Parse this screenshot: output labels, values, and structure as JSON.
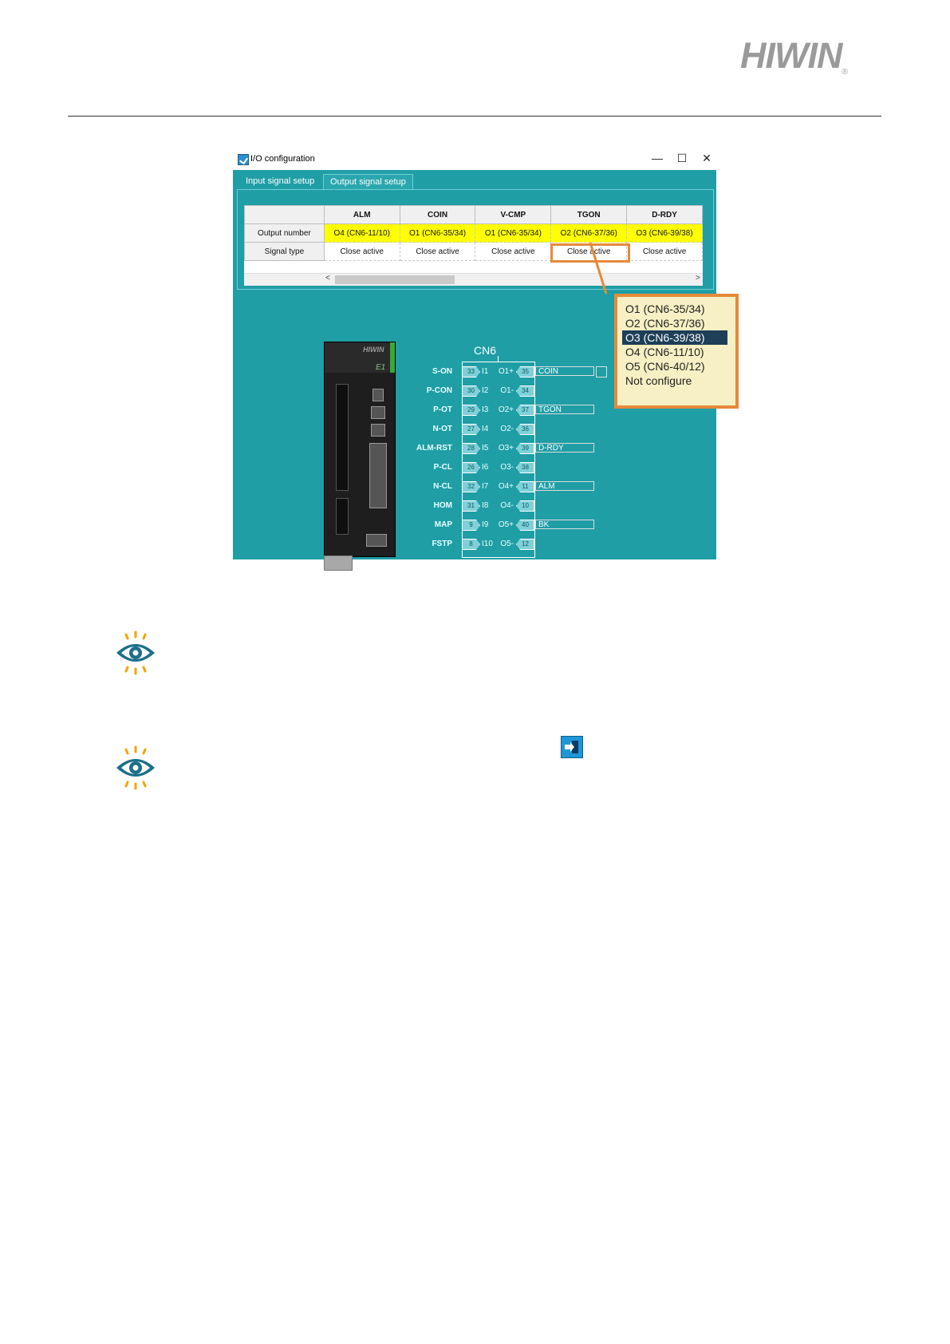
{
  "brand": {
    "logo_text": "HIWIN",
    "reg_mark": "®"
  },
  "window": {
    "title": "I/O configuration",
    "controls": {
      "minimize": "—",
      "maximize": "☐",
      "close": "✕"
    },
    "tabs": [
      {
        "label": "Input signal setup",
        "selected": false
      },
      {
        "label": "Output signal setup",
        "selected": true
      }
    ],
    "grid": {
      "row_headers": [
        "Output number",
        "Signal type"
      ],
      "columns": [
        {
          "name": "ALM",
          "output": "O4 (CN6-11/10)",
          "type": "Close active"
        },
        {
          "name": "COIN",
          "output": "O1 (CN6-35/34)",
          "type": "Close active"
        },
        {
          "name": "V-CMP",
          "output": "O1 (CN6-35/34)",
          "type": "Close active"
        },
        {
          "name": "TGON",
          "output": "O2 (CN6-37/36)",
          "type": "Close active"
        },
        {
          "name": "D-RDY",
          "output": "O3 (CN6-39/38)",
          "type": "Close active"
        }
      ],
      "scroll_left": "<",
      "scroll_right": ">"
    },
    "drive": {
      "logo": "HIWIN",
      "model": "E1"
    },
    "connector": {
      "title": "CN6",
      "inputs": [
        {
          "label": "S-ON",
          "pin": "33",
          "io": "I1"
        },
        {
          "label": "P-CON",
          "pin": "30",
          "io": "I2"
        },
        {
          "label": "P-OT",
          "pin": "29",
          "io": "I3"
        },
        {
          "label": "N-OT",
          "pin": "27",
          "io": "I4"
        },
        {
          "label": "ALM-RST",
          "pin": "28",
          "io": "I5"
        },
        {
          "label": "P-CL",
          "pin": "26",
          "io": "I6"
        },
        {
          "label": "N-CL",
          "pin": "32",
          "io": "I7"
        },
        {
          "label": "HOM",
          "pin": "31",
          "io": "I8"
        },
        {
          "label": "MAP",
          "pin": "9",
          "io": "I9"
        },
        {
          "label": "FSTP",
          "pin": "8",
          "io": "I10"
        }
      ],
      "outputs": [
        {
          "io": "O1+",
          "pin": "35",
          "signal": "COIN"
        },
        {
          "io": "O1-",
          "pin": "34",
          "signal": ""
        },
        {
          "io": "O2+",
          "pin": "37",
          "signal": "TGON"
        },
        {
          "io": "O2-",
          "pin": "36",
          "signal": ""
        },
        {
          "io": "O3+",
          "pin": "39",
          "signal": "D-RDY"
        },
        {
          "io": "O3-",
          "pin": "38",
          "signal": ""
        },
        {
          "io": "O4+",
          "pin": "11",
          "signal": "ALM"
        },
        {
          "io": "O4-",
          "pin": "10",
          "signal": ""
        },
        {
          "io": "O5+",
          "pin": "40",
          "signal": "BK"
        },
        {
          "io": "O5-",
          "pin": "12",
          "signal": ""
        }
      ]
    },
    "dropdown": {
      "options": [
        "O1 (CN6-35/34)",
        "O2 (CN6-37/36)",
        "O3 (CN6-39/38)",
        "O4 (CN6-11/10)",
        "O5 (CN6-40/12)",
        "Not configure"
      ],
      "selected_index": 2
    }
  },
  "icons": {
    "note_1": "eye-icon",
    "note_2": "eye-icon",
    "inline_button": "import-icon"
  },
  "colors": {
    "teal": "#1f9ea6",
    "highlight": "#e58a3b",
    "yellow": "#ffff00",
    "eye_ring": "#1b6f8a",
    "eye_ray": "#f0a500"
  }
}
